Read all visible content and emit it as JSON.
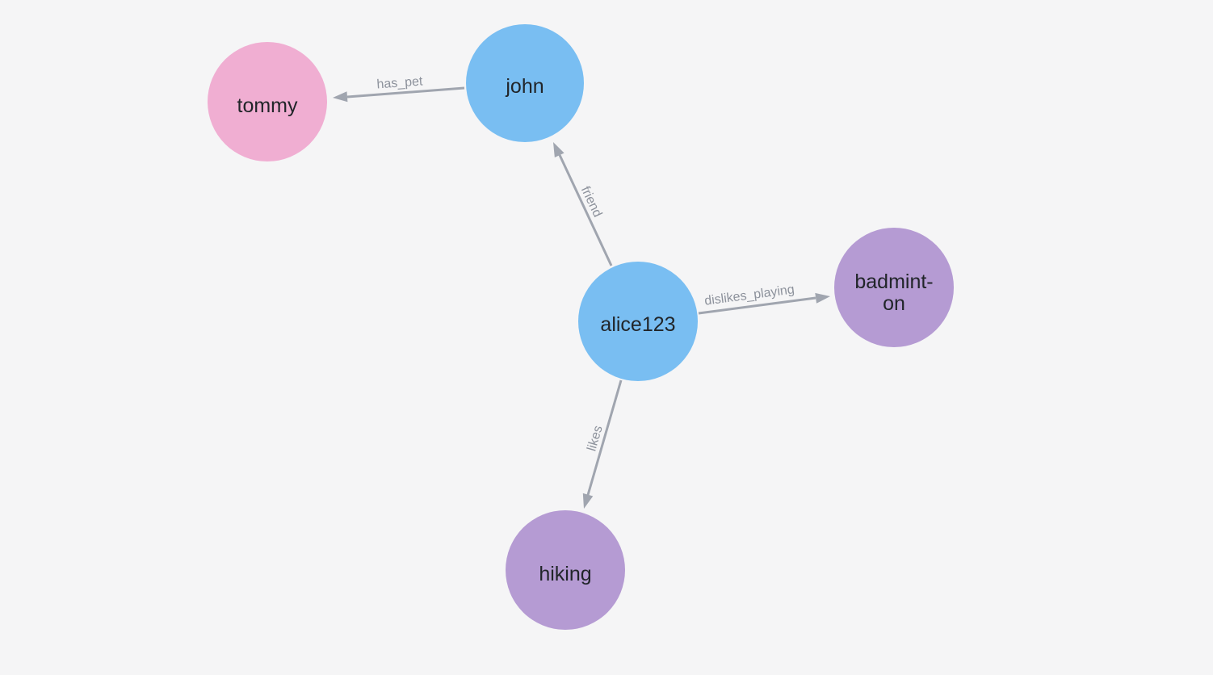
{
  "canvas": {
    "background": "#f5f5f6"
  },
  "colors": {
    "person_node": "#79bef2",
    "pet_node": "#f0aed2",
    "activity_node": "#b59bd3",
    "node_text": "#212529",
    "edge": "#a0a5af",
    "edge_label": "#8d929c"
  },
  "nodes": {
    "tommy": {
      "label": "tommy"
    },
    "john": {
      "label": "john"
    },
    "alice": {
      "label": "alice123"
    },
    "badminton": {
      "label_lines": [
        "badmint-",
        "on"
      ]
    },
    "hiking": {
      "label": "hiking"
    }
  },
  "edges": {
    "has_pet": {
      "label": "has_pet",
      "from": "john",
      "to": "tommy"
    },
    "friend": {
      "label": "friend",
      "from": "alice123",
      "to": "john"
    },
    "dislikes_playing": {
      "label": "dislikes_playing",
      "from": "alice123",
      "to": "badminton"
    },
    "likes": {
      "label": "likes",
      "from": "alice123",
      "to": "hiking"
    }
  }
}
